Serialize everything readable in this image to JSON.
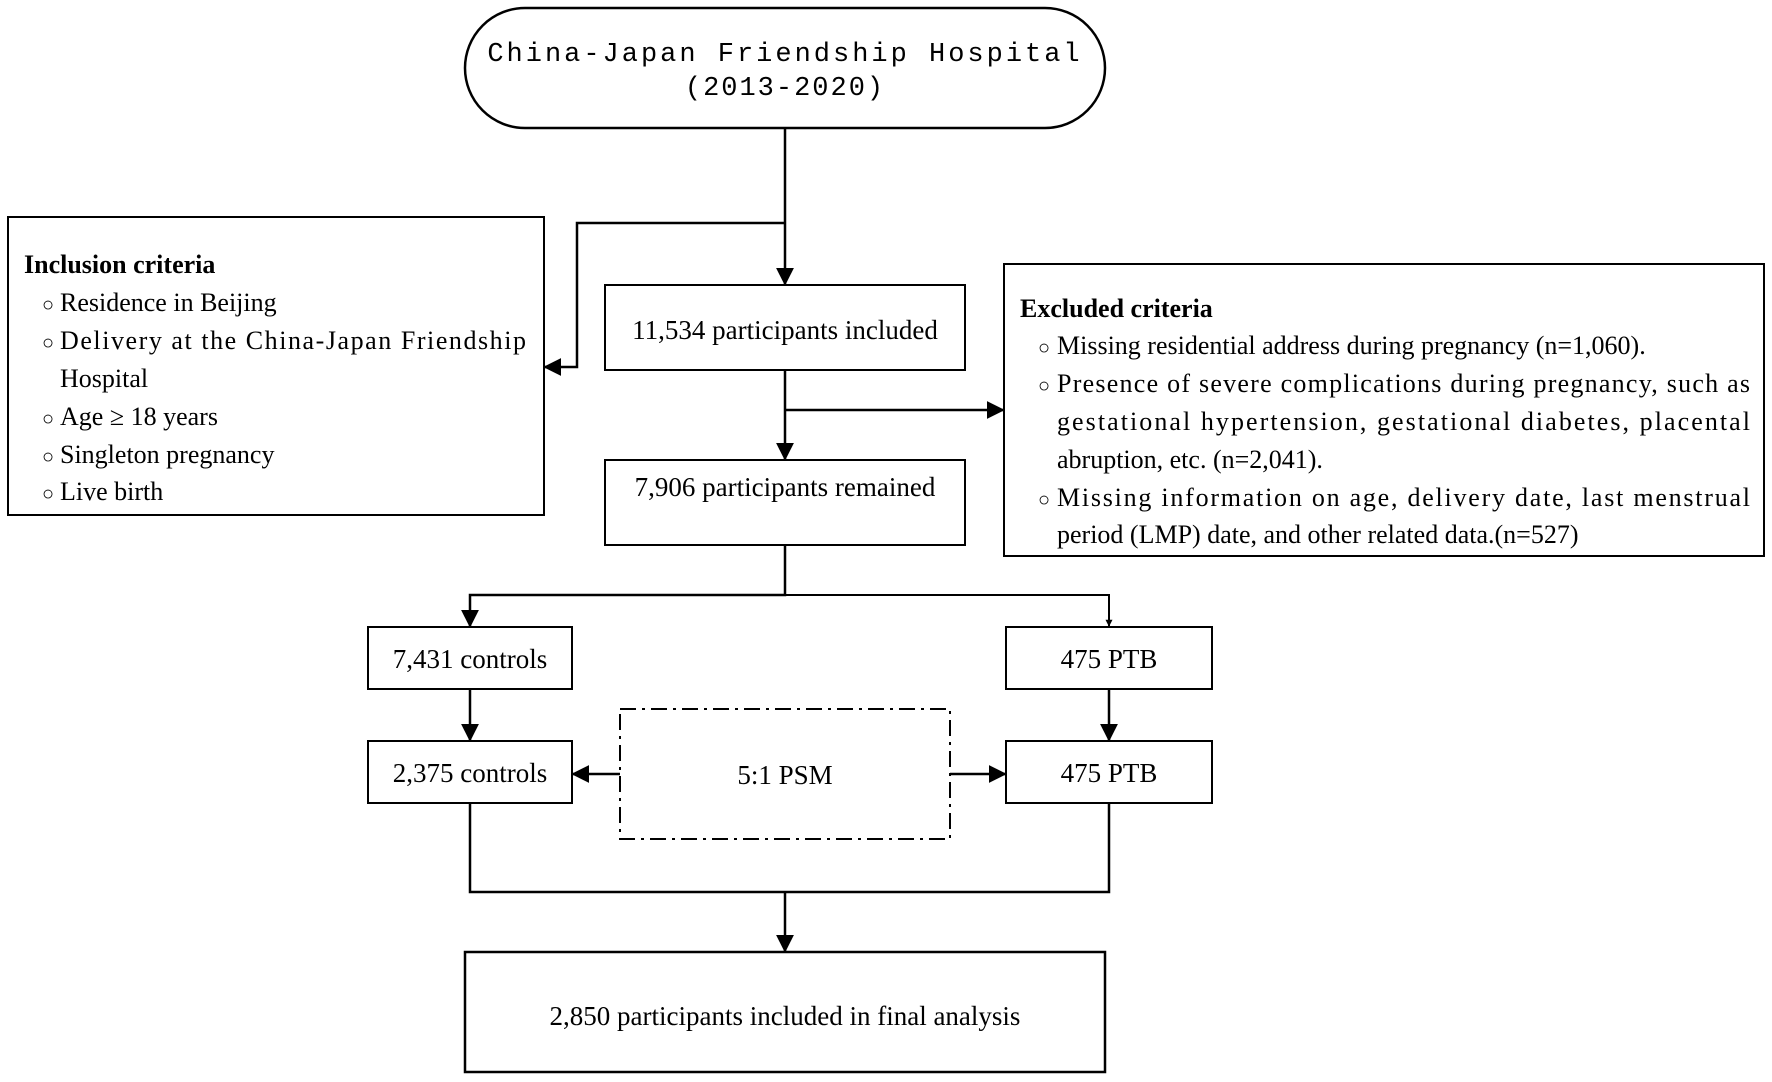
{
  "source": {
    "line1": "China-Japan Friendship Hospital",
    "line2": "(2013-2020)"
  },
  "inclusion": {
    "title": "Inclusion criteria",
    "items": [
      "Residence in Beijing",
      "Delivery at the China-Japan Friendship",
      "Hospital",
      "Age ≥ 18 years",
      "Singleton pregnancy",
      "Live birth"
    ]
  },
  "included": {
    "label": "11,534 participants included"
  },
  "excluded": {
    "title": "Excluded criteria",
    "items": [
      "Missing residential address during pregnancy (n=1,060).",
      "Presence of severe complications during pregnancy, such as",
      "gestational hypertension, gestational diabetes, placental",
      "abruption, etc. (n=2,041).",
      "Missing information on age, delivery date, last menstrual",
      "period (LMP) date, and other related data.(n=527)"
    ]
  },
  "remained": {
    "label": "7,906 participants  remained"
  },
  "controls_all": {
    "label": "7,431 controls"
  },
  "ptb_all": {
    "label": "475 PTB"
  },
  "psm": {
    "label": "5:1 PSM"
  },
  "controls_matched": {
    "label": "2,375 controls"
  },
  "ptb_matched": {
    "label": "475 PTB"
  },
  "final": {
    "label": "2,850 participants included in final analysis"
  },
  "bullet_glyph": "○",
  "colors": {
    "stroke": "#000000",
    "text": "#000000",
    "background": "#ffffff"
  }
}
